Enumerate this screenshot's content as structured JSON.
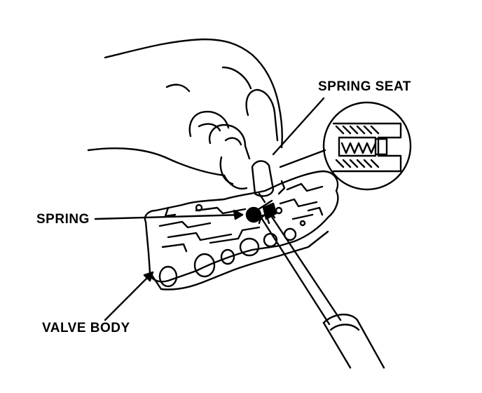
{
  "labels": {
    "spring_seat": "SPRING SEAT",
    "spring": "SPRING",
    "valve_body": "VALVE BODY"
  },
  "colors": {
    "ink": "#000000",
    "paper": "#ffffff"
  }
}
